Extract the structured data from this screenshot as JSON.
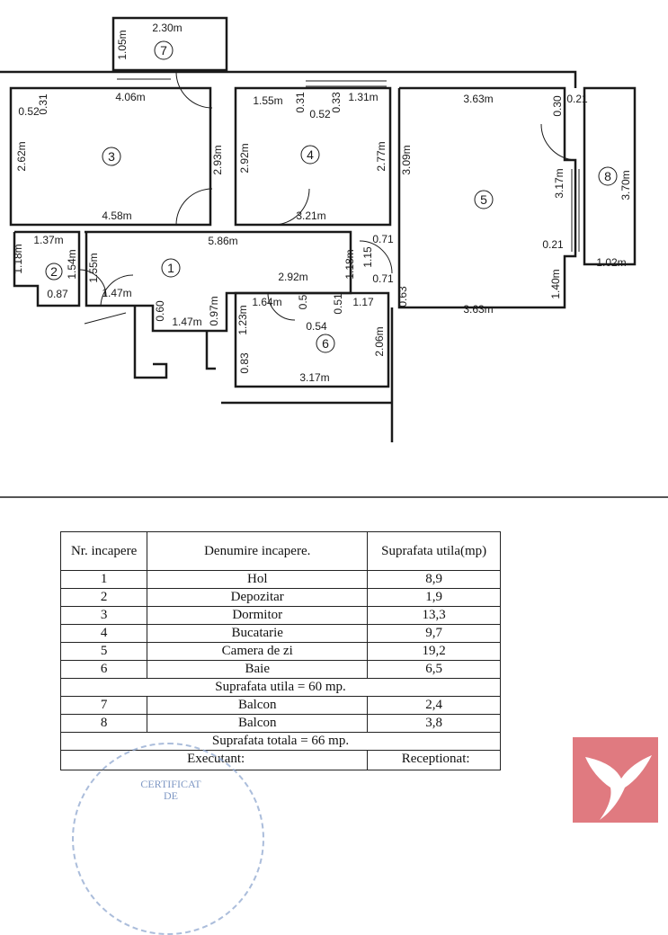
{
  "plan": {
    "rooms": [
      {
        "num": "1"
      },
      {
        "num": "2"
      },
      {
        "num": "3"
      },
      {
        "num": "4"
      },
      {
        "num": "5"
      },
      {
        "num": "6"
      },
      {
        "num": "7"
      },
      {
        "num": "8"
      }
    ],
    "dimensions": {
      "d_230": "2.30m",
      "d_105": "1.05m",
      "d_406": "4.06m",
      "d_031a": "0.31",
      "d_052a": "0.52",
      "d_262": "2.62m",
      "d_293": "2.93m",
      "d_458": "4.58m",
      "d_155a": "1.55m",
      "d_031b": "0.31",
      "d_033": "0.33",
      "d_052b": "0.52",
      "d_131": "1.31m",
      "d_292a": "2.92m",
      "d_277": "2.77m",
      "d_321": "3.21m",
      "d_363a": "3.63m",
      "d_030": "0.30",
      "d_021a": "0.21",
      "d_309": "3.09m",
      "d_317a": "3.17m",
      "d_370": "3.70m",
      "d_021b": "0.21",
      "d_102": "1.02m",
      "d_140": "1.40m",
      "d_363b": "3.63m",
      "d_137": "1.37m",
      "d_118a": "1.18m",
      "d_154": "1.54m",
      "d_155b": "1.55m",
      "d_087": "0.87",
      "d_586": "5.86m",
      "d_147a": "1.47m",
      "d_060": "0.60",
      "d_147b": "1.47m",
      "d_097": "0.97m",
      "d_118b": "1.18m",
      "d_115": "1.15",
      "d_071a": "0.71",
      "d_071b": "0.71",
      "d_063": "0.63",
      "d_292b": "2.92m",
      "d_164": "1.64m",
      "d_05": "0.5",
      "d_051": "0.51",
      "d_117": "1.17",
      "d_123": "1.23m",
      "d_054": "0.54",
      "d_206": "2.06m",
      "d_083": "0.83",
      "d_317b": "3.17m"
    }
  },
  "table": {
    "head_nr": "Nr. incapere",
    "head_name": "Denumire incapere.",
    "head_area": "Suprafata utila(mp)",
    "rows": [
      {
        "nr": "1",
        "name": "Hol",
        "area": "8,9"
      },
      {
        "nr": "2",
        "name": "Depozitar",
        "area": "1,9"
      },
      {
        "nr": "3",
        "name": "Dormitor",
        "area": "13,3"
      },
      {
        "nr": "4",
        "name": "Bucatarie",
        "area": "9,7"
      },
      {
        "nr": "5",
        "name": "Camera de zi",
        "area": "19,2"
      },
      {
        "nr": "6",
        "name": "Baie",
        "area": "6,5"
      }
    ],
    "util_total": "Suprafata utila  = 60 mp.",
    "balcony_rows": [
      {
        "nr": "7",
        "name": "Balcon",
        "area": "2,4"
      },
      {
        "nr": "8",
        "name": "Balcon",
        "area": "3,8"
      }
    ],
    "grand_total": "Suprafata totala  = 66 mp.",
    "executant": "Executant:",
    "receptionat": "Receptionat:"
  },
  "stamp": {
    "line1": "CERTIFICAT",
    "line2": "DE"
  },
  "colors": {
    "wall": "#1a1a1a",
    "stamp": "#8fa7cf",
    "logo": "#e07a80"
  }
}
